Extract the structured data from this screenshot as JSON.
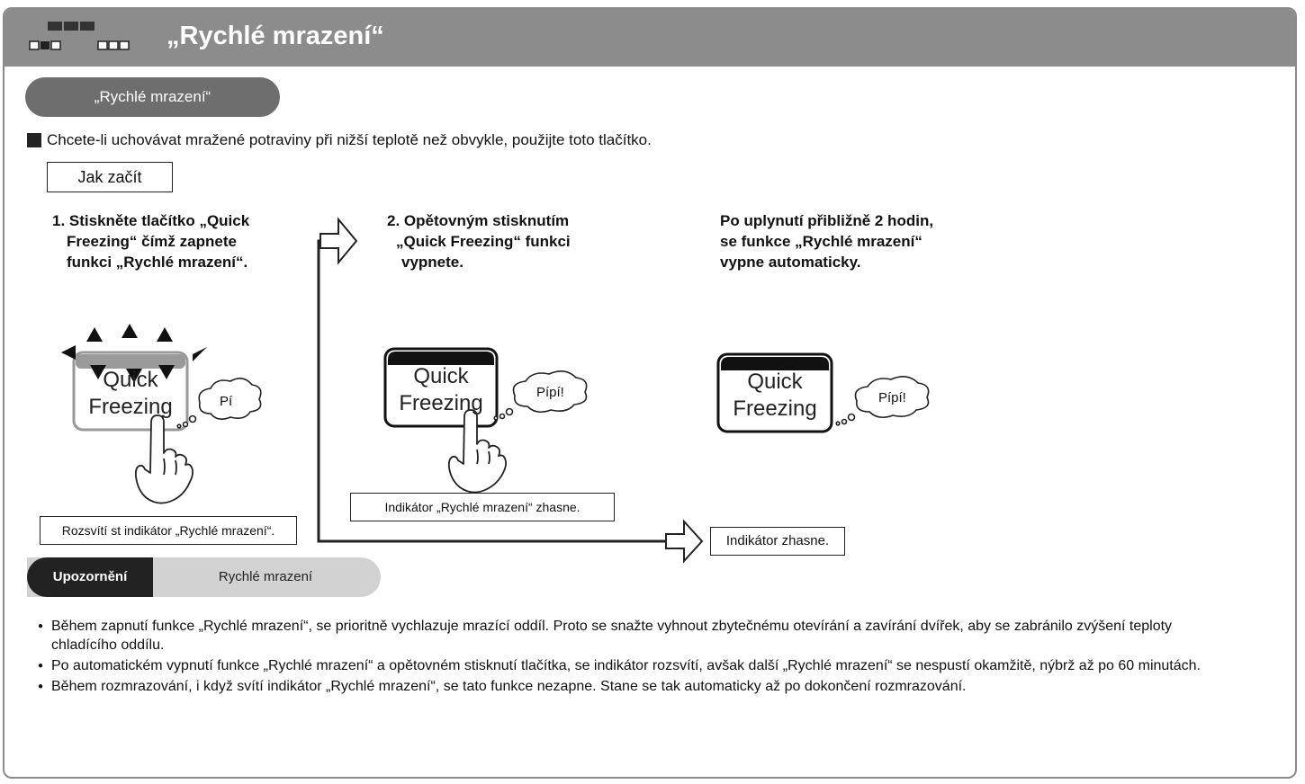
{
  "header": {
    "title": "„Rychlé mrazení“"
  },
  "section_pill": "„Rychlé mrazení“",
  "intro": "Chcete-li uchovávat mražené potraviny při nižší teplotě než obvykle, použijte toto tlačítko.",
  "start_label": "Jak začít",
  "steps": [
    {
      "lines": [
        "1. Stiskněte tlačítko „Quick",
        "Freezing“ čímž zapnete",
        "funkci „Rychlé mrazení“."
      ]
    },
    {
      "lines": [
        "2. Opětovným stisknutím",
        "„Quick Freezing“ funkci",
        "vypnete."
      ]
    },
    {
      "lines": [
        "Po uplynutí přibližně 2 hodin,",
        "se funkce „Rychlé mrazení“",
        "vypne automaticky."
      ]
    }
  ],
  "buttons": [
    {
      "line1": "Quick",
      "line2": "Freezing",
      "sound": "Pí"
    },
    {
      "line1": "Quick",
      "line2": "Freezing",
      "sound": "Pípí!"
    },
    {
      "line1": "Quick",
      "line2": "Freezing",
      "sound": "Pípí!"
    }
  ],
  "captions": {
    "on": "Rozsvítí st indikátor „Rychlé mrazení“.",
    "off_manual": "Indikátor „Rychlé mrazení“ zhasne.",
    "off_auto": "Indikátor zhasne."
  },
  "warning": {
    "label": "Upozornění",
    "topic": "Rychlé mrazení"
  },
  "notes": [
    "Během zapnutí funkce „Rychlé mrazení“, se prioritně vychlazuje mrazící oddíl. Proto se snažte vyhnout zbytečnému otevírání a zavírání dvířek, aby se zabránilo zvýšení teploty chladícího oddílu.",
    "Po automatickém vypnutí funkce „Rychlé mrazení“ a opětovném stisknutí tlačítka, se indikátor rozsvítí, avšak další „Rychlé mrazení“ se nespustí okamžitě, nýbrž až po 60 minutách.",
    "Během rozmrazování, i když svítí indikátor „Rychlé mrazení“, se tato funkce nezapne. Stane se tak automaticky až po dokončení rozmrazování."
  ]
}
